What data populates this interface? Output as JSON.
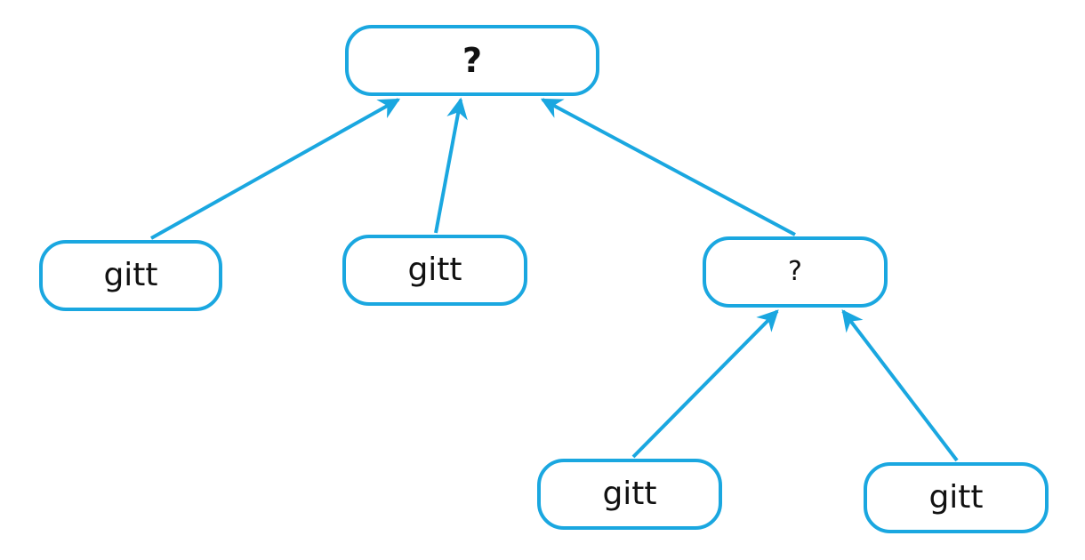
{
  "diagram": {
    "root": {
      "label": "?"
    },
    "leaf_1": {
      "label": "gitt"
    },
    "leaf_2": {
      "label": "gitt"
    },
    "inner": {
      "label": "?"
    },
    "leaf_3": {
      "label": "gitt"
    },
    "leaf_4": {
      "label": "gitt"
    },
    "edges": [
      {
        "from": "leaf_1",
        "to": "root"
      },
      {
        "from": "leaf_2",
        "to": "root"
      },
      {
        "from": "inner",
        "to": "root"
      },
      {
        "from": "leaf_3",
        "to": "inner"
      },
      {
        "from": "leaf_4",
        "to": "inner"
      }
    ],
    "colors": {
      "stroke": "#1aa7e0",
      "text": "#111111",
      "background": "#ffffff"
    }
  }
}
